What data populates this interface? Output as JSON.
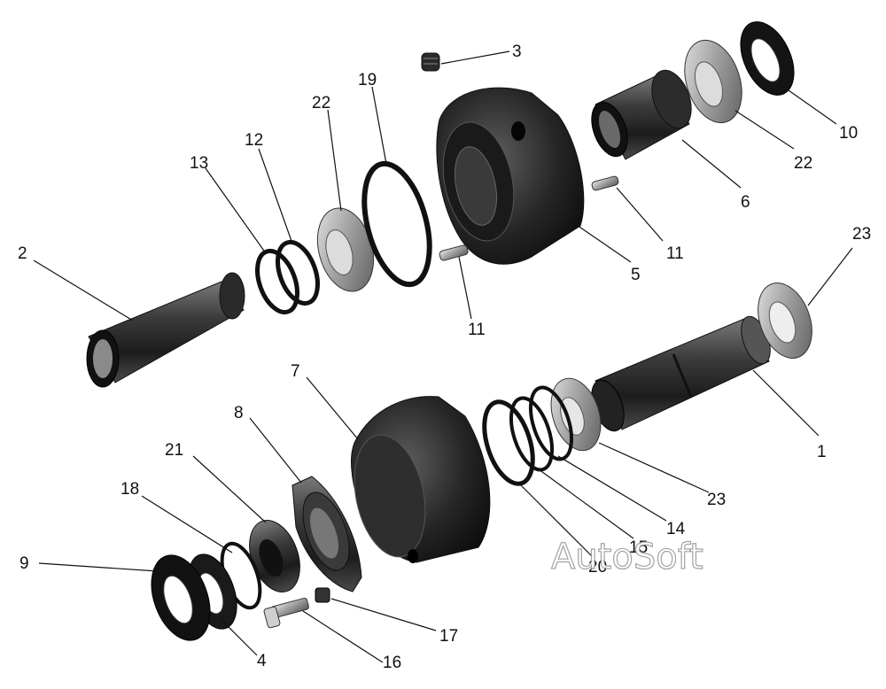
{
  "watermark": "AutoSoft",
  "callouts": {
    "c1": "1",
    "c2": "2",
    "c3": "3",
    "c4": "4",
    "c5": "5",
    "c6": "6",
    "c7": "7",
    "c8": "8",
    "c9": "9",
    "c10": "10",
    "c11a": "11",
    "c11b": "11",
    "c12": "12",
    "c13": "13",
    "c14": "14",
    "c15": "15",
    "c16": "16",
    "c17": "17",
    "c18": "18",
    "c19": "19",
    "c20": "20",
    "c21": "21",
    "c22a": "22",
    "c22b": "22",
    "c23a": "23",
    "c23b": "23"
  }
}
